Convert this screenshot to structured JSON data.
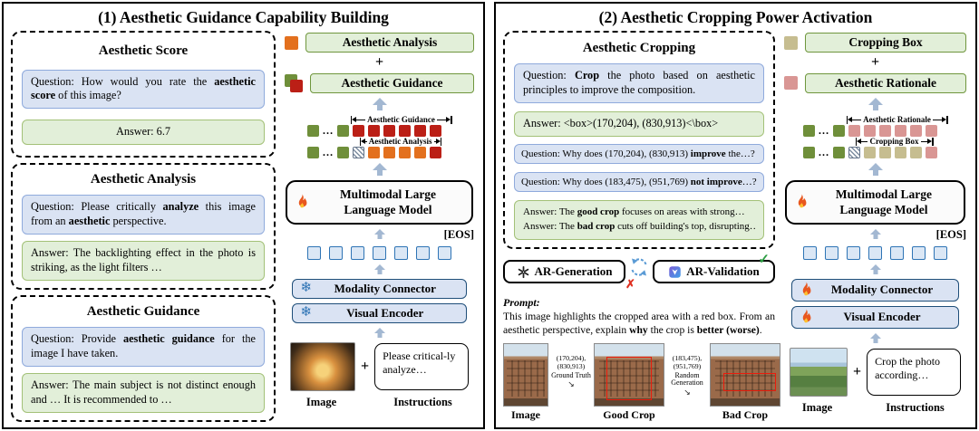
{
  "palette": {
    "g": "#6f8f3a",
    "r": "#bb1f16",
    "o": "#e3701e",
    "t": "#c6bd90",
    "p": "#d99694",
    "b": "#dbe7f5"
  },
  "panel1": {
    "title": "(1) Aesthetic Guidance Capability Building",
    "cards": [
      {
        "title": "Aesthetic Score",
        "question": "Question: How would you rate the <b>aesthetic score</b> of this image?",
        "answer": "Answer: 6.7"
      },
      {
        "title": "Aesthetic Analysis",
        "question": "Question: Please critically <b>analyze</b> this image from an <b>aesthetic</b> perspective.",
        "answer": "Answer: The backlighting effect in the photo is striking, as the light filters …"
      },
      {
        "title": "Aesthetic Guidance",
        "question": "Question: Provide <b>aesthetic guidance</b> for the image I have taken.",
        "answer": "Answer: The main subject is not distinct enough and … It is recommended to …"
      }
    ],
    "outputs": {
      "analysis_label": "Aesthetic Analysis",
      "guidance_label": "Aesthetic Guidance",
      "plus": "+"
    },
    "spans": {
      "upper": "Aesthetic Guidance",
      "lower": "Aesthetic Analysis"
    },
    "tokens": {
      "upper": [
        "g",
        "dots",
        "g",
        "r",
        "r",
        "r",
        "r",
        "r",
        "r"
      ],
      "lower": [
        "g",
        "dots",
        "g",
        "h",
        "o",
        "o",
        "o",
        "o",
        "r"
      ],
      "input": [
        "b",
        "b",
        "b",
        "b",
        "b",
        "b",
        "b"
      ]
    },
    "mllm_label": "Multimodal Large Language Model",
    "eos_label": "[EOS]",
    "connector_label": "Modality Connector",
    "encoder_label": "Visual Encoder",
    "plus": "+",
    "instruction_text": "Please critical-ly analyze…",
    "captions": {
      "image": "Image",
      "instructions": "Instructions"
    }
  },
  "panel2": {
    "title": "(2) Aesthetic Cropping Power Activation",
    "card": {
      "title": "Aesthetic Cropping",
      "q1": "Question: <b>Crop</b> the photo based on aesthetic principles to improve the composition.",
      "a1": "Answer: <box>(170,204), (830,913)<\\box>",
      "q2a": "Question: Why does (170,204), (830,913) <b>improve</b> the…?",
      "q2b": "Question: Why does (183,475), (951,769) <b>not improve</b>…?",
      "a2a": "Answer: The <b>good crop</b> focuses on areas with strong…",
      "a2b": "Answer: The <b>bad crop</b> cuts off building's top, disrupting…"
    },
    "ar": {
      "generation": "AR-Generation",
      "validation": "AR-Validation",
      "check": "✓",
      "cross": "✗"
    },
    "prompt": {
      "label": "Prompt:",
      "text": "This image highlights the cropped area with a red box. From an aesthetic perspective, explain <b>why</b> the crop is <b>better (worse)</b>."
    },
    "crops": {
      "gt_coords": "(170,204), (830,913)",
      "gt_label": "Ground Truth",
      "gt_arrow": "↘",
      "rg_coords": "(183,475), (951,769)",
      "rg_label": "Random Generation",
      "rg_arrow": "↘",
      "captions": {
        "image": "Image",
        "good": "Good Crop",
        "bad": "Bad Crop"
      }
    },
    "outputs": {
      "box_label": "Cropping Box",
      "rationale_label": "Aesthetic Rationale",
      "plus": "+"
    },
    "spans": {
      "upper": "Aesthetic Rationale",
      "lower": "Cropping Box"
    },
    "tokens": {
      "upper": [
        "g",
        "dots",
        "g",
        "p",
        "p",
        "p",
        "p",
        "p",
        "p"
      ],
      "lower": [
        "g",
        "dots",
        "g",
        "h",
        "t",
        "t",
        "t",
        "t",
        "p"
      ],
      "input": [
        "b",
        "b",
        "b",
        "b",
        "b",
        "b",
        "b"
      ]
    },
    "mllm_label": "Multimodal Large Language Model",
    "eos_label": "[EOS]",
    "connector_label": "Modality Connector",
    "encoder_label": "Visual Encoder",
    "plus": "+",
    "instruction_text": "Crop the photo according…",
    "captions": {
      "image": "Image",
      "instructions": "Instructions"
    }
  }
}
